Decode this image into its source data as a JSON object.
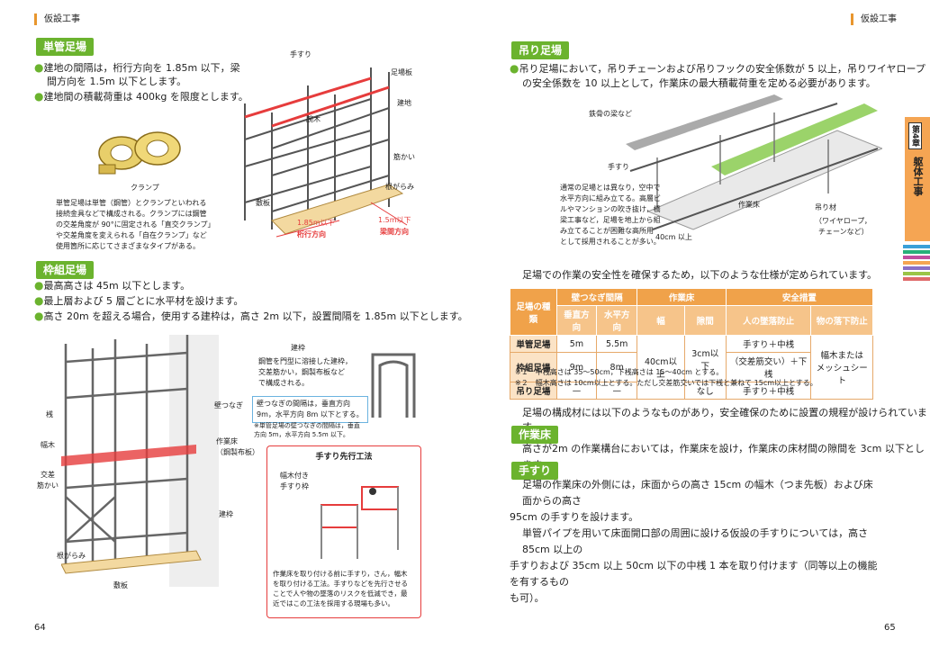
{
  "header": {
    "left": "仮設工事",
    "right": "仮設工事"
  },
  "left": {
    "tankan": {
      "title": "単管足場",
      "b1a": "建地の間隔は，桁行方向を 1.85m 以下，梁",
      "b1b": "間方向を 1.5m 以下とします。",
      "b2": "建地間の積載荷重は 400kg を限度とします。",
      "clamp_label": "クランプ",
      "note": [
        "単管足場は単管（鋼管）とクランプといわれる",
        "接続金具などで構成される。クランプには鋼管",
        "の交差角度が 90°に固定される「直交クランプ」",
        "や交差角度を変えられる「自在クランプ」など",
        "使用箇所に応じてさまざまなタイプがある。"
      ],
      "labels": {
        "tesuri": "手すり",
        "ashibaban": "足場板",
        "tateji": "建地",
        "udegi": "腕木",
        "sujikai": "筋かい",
        "negarami": "根がらみ",
        "shiita": "敷板",
        "keta": "1.85m以下",
        "ketadir": "桁行方向",
        "hari": "1.5m以下",
        "haridir": "梁間方向"
      }
    },
    "wakugumi": {
      "title": "枠組足場",
      "b1": "最高高さは 45m 以下とします。",
      "b2": "最上層および 5 層ごとに水平材を設けます。",
      "b3": "高さ 20m を超える場合，使用する建枠は，高さ 2m 以下，設置間隔を 1.85m 以下とします。",
      "labels": {
        "tatewaku": "建枠",
        "tatewaku_desc": [
          "鋼管を門型に溶接した建枠，",
          "交差筋かい，鋼製布板など",
          "で構成される。"
        ],
        "kabetsunagi": "壁つなぎ",
        "kabe_box": [
          "壁つなぎの間隔は，垂直方向",
          "9m，水平方向 8m 以下とする。"
        ],
        "kabe_note": [
          "※単管足場の壁つなぎの間隔は，垂直",
          "方向 5m，水平方向 5.5m 以下。"
        ],
        "sanzan": "桟",
        "habaki": "幅木",
        "sagyoyuka": "作業床",
        "sagyoyuka2": "（鋼製布板）",
        "kousa1": "交差",
        "kousa2": "筋かい",
        "tatewaku2": "建枠",
        "negarami": "根がらみ",
        "shiita": "敷板"
      },
      "sakko": {
        "title": "手すり先行工法",
        "lab1": "幅木付き",
        "lab2": "手すり枠",
        "desc": [
          "作業床を取り付ける前に手すり，さん，幅木",
          "を取り付ける工法。手すりなどを先行させる",
          "ことで人や物の墜落のリスクを低減でき，最",
          "近ではこの工法を採用する現場も多い。"
        ]
      }
    },
    "page": "64"
  },
  "right": {
    "tsuri": {
      "title": "吊り足場",
      "p1": "吊り足場において，吊りチェーンおよび吊りフックの安全係数が 5 以上，吊りワイヤロープ",
      "p2": "の安全係数を 10 以上として，作業床の最大積載荷重を定める必要があります。",
      "labels": {
        "tekkotsu": "鉄骨の梁など",
        "tesuri": "手すり",
        "sagyoyuka": "作業床",
        "tsurizai": "吊り材",
        "wire": "（ワイヤロープ，",
        "chain": "チェーンなど）",
        "w40": "40cm 以上"
      },
      "note": [
        "通常の足場とは異なり，空中で",
        "水平方向に組み立てる。高層ビ",
        "ルやマンションの吹き抜け，橋",
        "梁工事など，足場を地上から組",
        "み立てることが困難な高所用",
        "として採用されることが多い。"
      ]
    },
    "intro": "足場での作業の安全性を確保するため，以下のような仕様が定められています。",
    "table": {
      "h_kind": "足場の種類",
      "h_kabe": "壁つなぎ間隔",
      "h_yuka": "作業床",
      "h_anzen": "安全措置",
      "h_vert": "垂直方向",
      "h_horiz": "水平方向",
      "h_haba": "幅",
      "h_sukima": "隙間",
      "h_hito": "人の墜落防止",
      "h_mono": "物の落下防止",
      "r1": [
        "単管足場",
        "5m",
        "5.5m"
      ],
      "r2": [
        "枠組足場",
        "9m",
        "8m"
      ],
      "r3": [
        "吊り足場",
        "—",
        "—"
      ],
      "w40": "40cm以上",
      "gap3": "3cm以下",
      "gap_none": "なし",
      "hito1": "手すり＋中桟",
      "hito2": "（交差筋交い）＋下桟",
      "hito3": "手すり＋中桟",
      "mono": [
        "幅木または",
        "メッシュシート"
      ]
    },
    "foot1": "※１　中桟高さは 35～50cm，下桟高さは 15～40cm とする。",
    "foot2": "※２　幅木高さは 10cm以上とする。ただし交差筋交いでは下桟と兼ねて 15cm以上とする。",
    "kousei": "足場の構成材には以下のようなものがあり，安全確保のために設置の規程が設けられています。",
    "yuka": {
      "title": "作業床",
      "text": "高さが2m の作業構台においては，作業床を設け，作業床の床材間の隙間を 3cm 以下とします。"
    },
    "tesuri": {
      "title": "手すり",
      "t1": "足場の作業床の外側には，床面からの高さ 15cm の幅木（つま先板）および床面からの高さ",
      "t2": "95cm の手すりを設けます。",
      "t3": "単管パイプを用いて床面開口部の周囲に設ける仮設の手すりについては，高さ 85cm 以上の",
      "t4": "手すりおよび 35cm 以上 50cm 以下の中桟 1 本を取り付けます（同等以上の機能を有するもの",
      "t5": "も可）。"
    },
    "chapter": {
      "num": "第4章",
      "name": "躯体工事"
    },
    "page": "65"
  },
  "colors": {
    "accent": "#e8962e",
    "green": "#6bb32e",
    "red": "#e63c3c",
    "orange_tab": "#f5a553"
  }
}
